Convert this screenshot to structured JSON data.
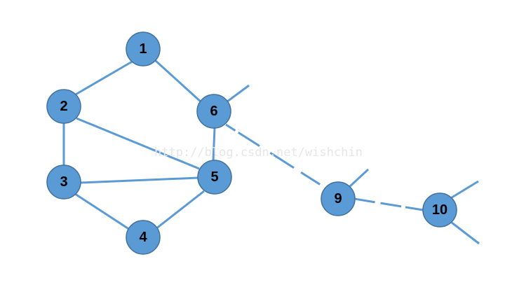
{
  "colors": {
    "node_fill": "#5b9bd5",
    "node_stroke": "#41719c",
    "edge": "#5b9bd5",
    "label": "#000000",
    "watermark": "#e6e6e6"
  },
  "watermark": "http://blog.csdn.net/wishchin",
  "nodes": [
    {
      "id": "n1",
      "label": "1"
    },
    {
      "id": "n2",
      "label": "2"
    },
    {
      "id": "n3",
      "label": "3"
    },
    {
      "id": "n4",
      "label": "4"
    },
    {
      "id": "n5",
      "label": "5"
    },
    {
      "id": "n6",
      "label": "6"
    },
    {
      "id": "n9",
      "label": "9"
    },
    {
      "id": "n10",
      "label": "10"
    }
  ],
  "edges": [
    {
      "from": "1",
      "to": "2",
      "style": "solid"
    },
    {
      "from": "1",
      "to": "6",
      "style": "solid"
    },
    {
      "from": "2",
      "to": "3",
      "style": "solid"
    },
    {
      "from": "2",
      "to": "5",
      "style": "solid"
    },
    {
      "from": "3",
      "to": "5",
      "style": "solid"
    },
    {
      "from": "3",
      "to": "4",
      "style": "solid"
    },
    {
      "from": "4",
      "to": "5",
      "style": "solid"
    },
    {
      "from": "5",
      "to": "6",
      "style": "solid"
    },
    {
      "from": "6",
      "to": "9",
      "style": "dashed"
    },
    {
      "from": "9",
      "to": "10",
      "style": "dashed"
    },
    {
      "from": "6",
      "to": "",
      "style": "stub"
    },
    {
      "from": "9",
      "to": "",
      "style": "stub"
    },
    {
      "from": "10",
      "to": "",
      "style": "stub"
    },
    {
      "from": "10",
      "to": "",
      "style": "stub"
    }
  ]
}
